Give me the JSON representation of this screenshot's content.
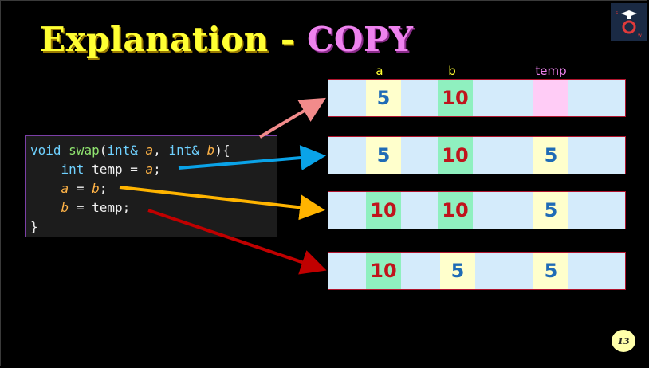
{
  "slide": {
    "title_main": "Explanation",
    "title_sep": " - ",
    "title_accent": "COPY",
    "page_number": "13",
    "logo_icon": "graduation-cap-logo-icon"
  },
  "variables": {
    "a_label": "a",
    "b_label": "b",
    "temp_label": "temp"
  },
  "code": {
    "l1": {
      "kw1": "void",
      "fn": "swap",
      "p1": "(",
      "t1": "int&",
      "a": "a",
      ",": ",",
      "t2": "int&",
      "b": "b",
      "end": "){"
    },
    "l2": {
      "kw": "int",
      "rest": "temp",
      "eq": "=",
      "a": "a",
      "semi": ";"
    },
    "l3": {
      "a": "a",
      "eq": "=",
      "b": "b",
      "semi": ";"
    },
    "l4": {
      "b": "b",
      "eq": "=",
      "temp": "temp;"
    },
    "l5": "}"
  },
  "rows": [
    {
      "a": "5",
      "b": "10",
      "temp": ""
    },
    {
      "a": "5",
      "b": "10",
      "temp": "5"
    },
    {
      "a": "10",
      "b": "10",
      "temp": "5"
    },
    {
      "a": "10",
      "b": "5",
      "temp": "5"
    }
  ],
  "colors": {
    "arrow_row1": "#f28b8b",
    "arrow_row2": "#0aa3e8",
    "arrow_row3": "#ffb400",
    "arrow_row4": "#c00000"
  }
}
